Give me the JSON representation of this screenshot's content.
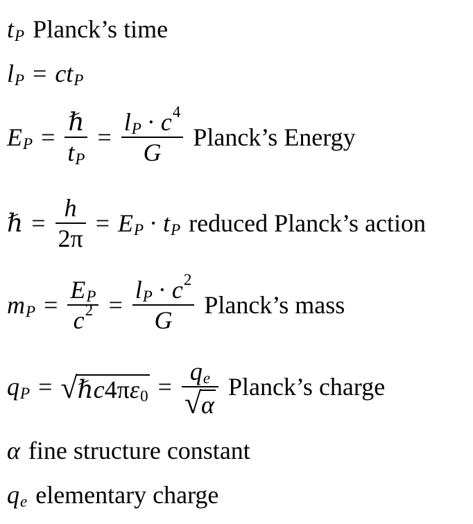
{
  "sym": {
    "t": "t",
    "l": "l",
    "E": "E",
    "m": "m",
    "q": "q",
    "c": "c",
    "G": "G",
    "h": "h",
    "hbar": "ℏ",
    "alpha": "α",
    "pi": "π",
    "epsilon": "ε",
    "four": "4",
    "two": "2",
    "zero": "0",
    "sub_P": "P",
    "sub_e": "e",
    "exp_4": "4",
    "exp_2": "2",
    "eq": "=",
    "cdot": "·"
  },
  "labels": {
    "planck_time": "Planck’s time",
    "planck_energy": "Planck’s Energy",
    "reduced_action": "reduced Planck’s action",
    "planck_mass": "Planck’s mass",
    "planck_charge": "Planck’s charge",
    "fine_structure": "fine structure constant",
    "elementary_charge": "elementary charge"
  }
}
